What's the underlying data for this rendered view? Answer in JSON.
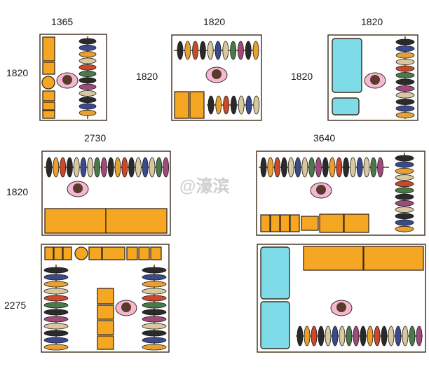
{
  "labels": {
    "w1": "1365",
    "w2": "1820",
    "w3": "1820",
    "w4": "2730",
    "w5": "3640",
    "h1": "1820",
    "h2": "1820",
    "h3": "1820",
    "h4": "1820",
    "h5": "2275"
  },
  "watermark": "@濠滨",
  "colors": {
    "furniture": "#F5A623",
    "cabinet": "#7EDCE8",
    "outline": "#3a2a1a",
    "rod": "#8a6a4a",
    "person_body": "#F4B8D4",
    "person_head": "#5a3a2a",
    "shoes": [
      "#2a2a2a",
      "#3b4a8a",
      "#e8a030",
      "#d8c8a0",
      "#c84a2a",
      "#4a7a4a",
      "#2a2a2a",
      "#a04a7a",
      "#d8c8a0"
    ]
  },
  "icons": [
    "person-icon",
    "shoe-icon",
    "clothes-rod-icon"
  ]
}
